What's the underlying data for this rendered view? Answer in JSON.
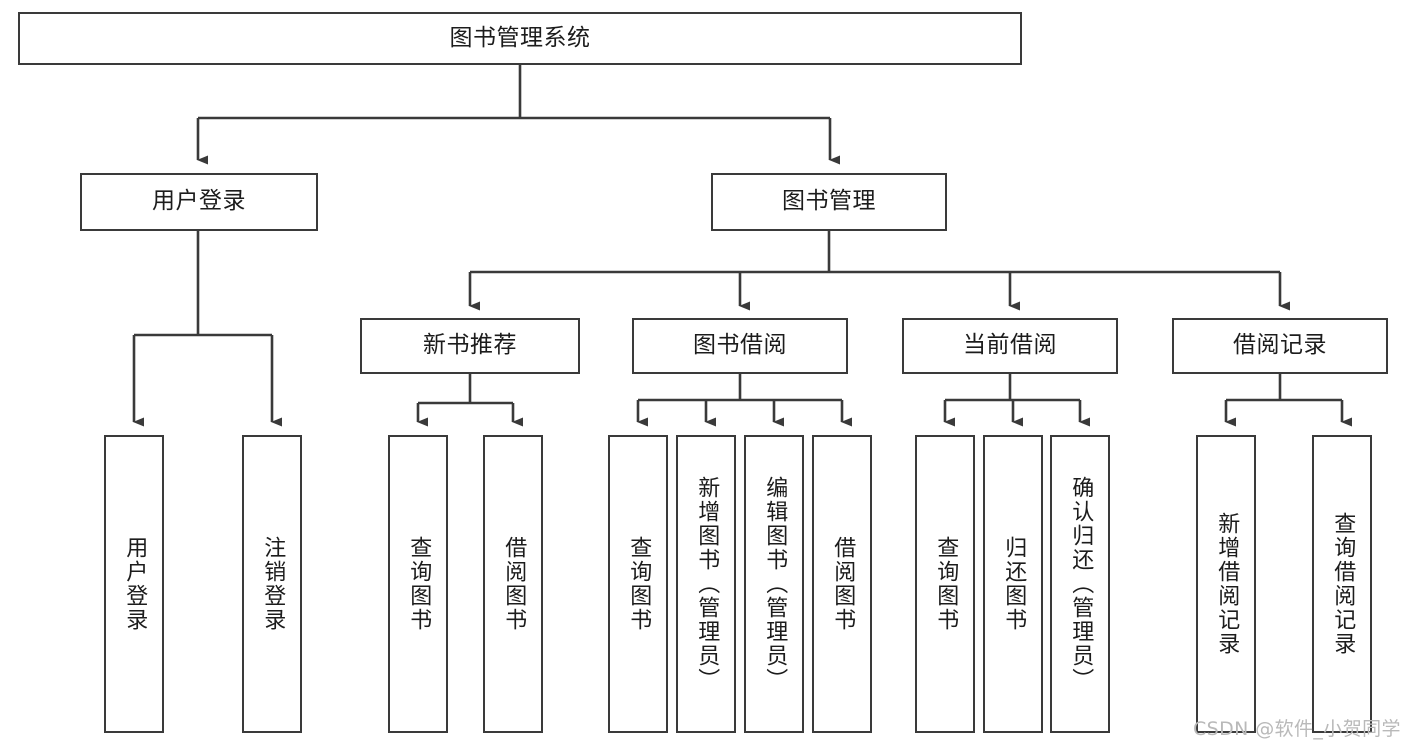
{
  "diagram": {
    "title_node": {
      "label": "图书管理系统"
    },
    "level2": [
      {
        "id": "user-login",
        "label": "用户登录"
      },
      {
        "id": "book-management",
        "label": "图书管理"
      }
    ],
    "level3": [
      {
        "id": "new-book-recommend",
        "label": "新书推荐"
      },
      {
        "id": "book-borrow",
        "label": "图书借阅"
      },
      {
        "id": "current-borrow",
        "label": "当前借阅"
      },
      {
        "id": "borrow-record",
        "label": "借阅记录"
      }
    ],
    "leaves": [
      {
        "id": "leaf-user-login",
        "label": "用户登录",
        "parent": "user-login"
      },
      {
        "id": "leaf-logout-login",
        "label": "注销登录",
        "parent": "user-login"
      },
      {
        "id": "leaf-query-book-1",
        "label": "查询图书",
        "parent": "new-book-recommend"
      },
      {
        "id": "leaf-borrow-book-1",
        "label": "借阅图书",
        "parent": "new-book-recommend"
      },
      {
        "id": "leaf-query-book-2",
        "label": "查询图书",
        "parent": "book-borrow"
      },
      {
        "id": "leaf-add-book",
        "label": "新增图书（管理员）",
        "parent": "book-borrow"
      },
      {
        "id": "leaf-edit-book",
        "label": "编辑图书（管理员）",
        "parent": "book-borrow"
      },
      {
        "id": "leaf-borrow-book-2",
        "label": "借阅图书",
        "parent": "book-borrow"
      },
      {
        "id": "leaf-query-book-3",
        "label": "查询图书",
        "parent": "current-borrow"
      },
      {
        "id": "leaf-return-book",
        "label": "归还图书",
        "parent": "current-borrow"
      },
      {
        "id": "leaf-confirm-return",
        "label": "确认归还（管理员）",
        "parent": "current-borrow"
      },
      {
        "id": "leaf-add-record",
        "label": "新增借阅记录",
        "parent": "borrow-record"
      },
      {
        "id": "leaf-query-record",
        "label": "查询借阅记录",
        "parent": "borrow-record"
      }
    ],
    "watermark": "CSDN @软件_小贺同学",
    "colors": {
      "box_border": "#3a3a3a",
      "connector": "#3a3a3a",
      "text": "#1c1c1c",
      "background": "#ffffff",
      "watermark": "#b9b9b9"
    }
  }
}
